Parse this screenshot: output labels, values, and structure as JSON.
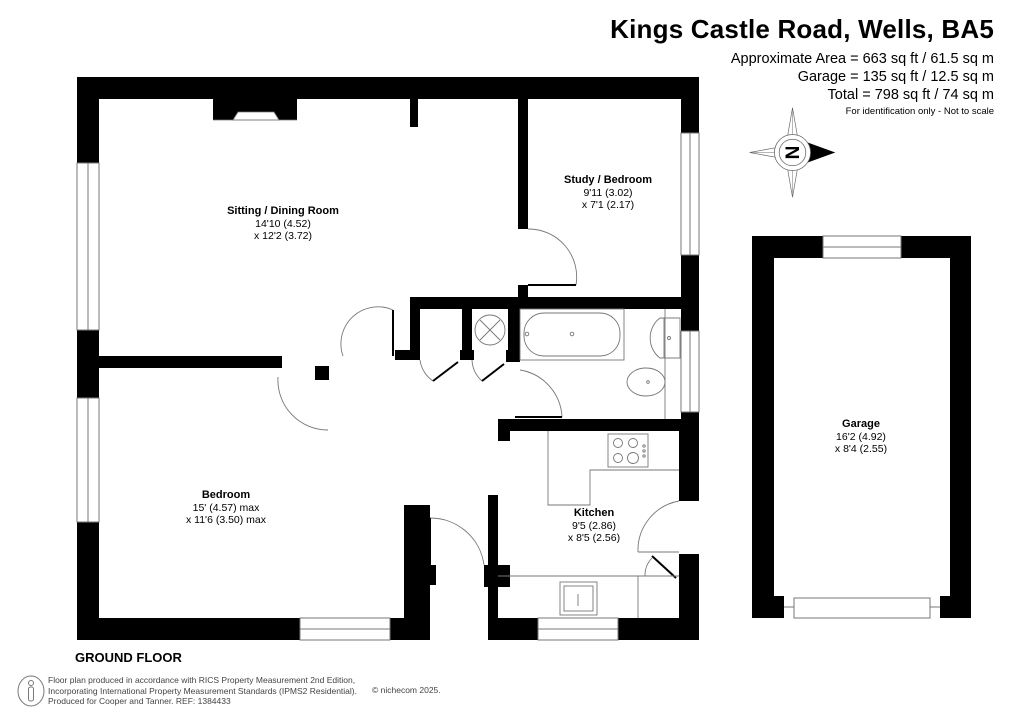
{
  "header": {
    "title": "Kings Castle Road, Wells, BA5",
    "area_lines": [
      "Approximate Area = 663 sq ft / 61.5 sq m",
      "Garage = 135 sq ft / 12.5 sq m",
      "Total = 798 sq ft / 74 sq m"
    ],
    "disclaimer": "For identification only - Not to scale"
  },
  "compass": {
    "icon": "compass-north-icon",
    "label": "N"
  },
  "rooms": [
    {
      "name": "Sitting / Dining Room",
      "dim1": "14'10 (4.52)",
      "dim2": "x 12'2 (3.72)"
    },
    {
      "name": "Study / Bedroom",
      "dim1": "9'11 (3.02)",
      "dim2": "x 7'1 (2.17)"
    },
    {
      "name": "Bedroom",
      "dim1": "15' (4.57) max",
      "dim2": "x 11'6 (3.50) max"
    },
    {
      "name": "Kitchen",
      "dim1": "9'5 (2.86)",
      "dim2": "x 8'5 (2.56)"
    },
    {
      "name": "Garage",
      "dim1": "16'2 (4.92)",
      "dim2": "x 8'4 (2.55)"
    }
  ],
  "floor_name": "GROUND FLOOR",
  "footer": {
    "lines": [
      "Floor plan produced in accordance with RICS Property Measurement 2nd Edition,",
      "Incorporating International Property Measurement Standards (IPMS2 Residential).",
      "Produced for Cooper and Tanner.   REF:  1384433"
    ],
    "copyright": "© nichecom 2025."
  },
  "colors": {
    "wall": "#000000",
    "line": "#666666",
    "background": "#ffffff"
  }
}
